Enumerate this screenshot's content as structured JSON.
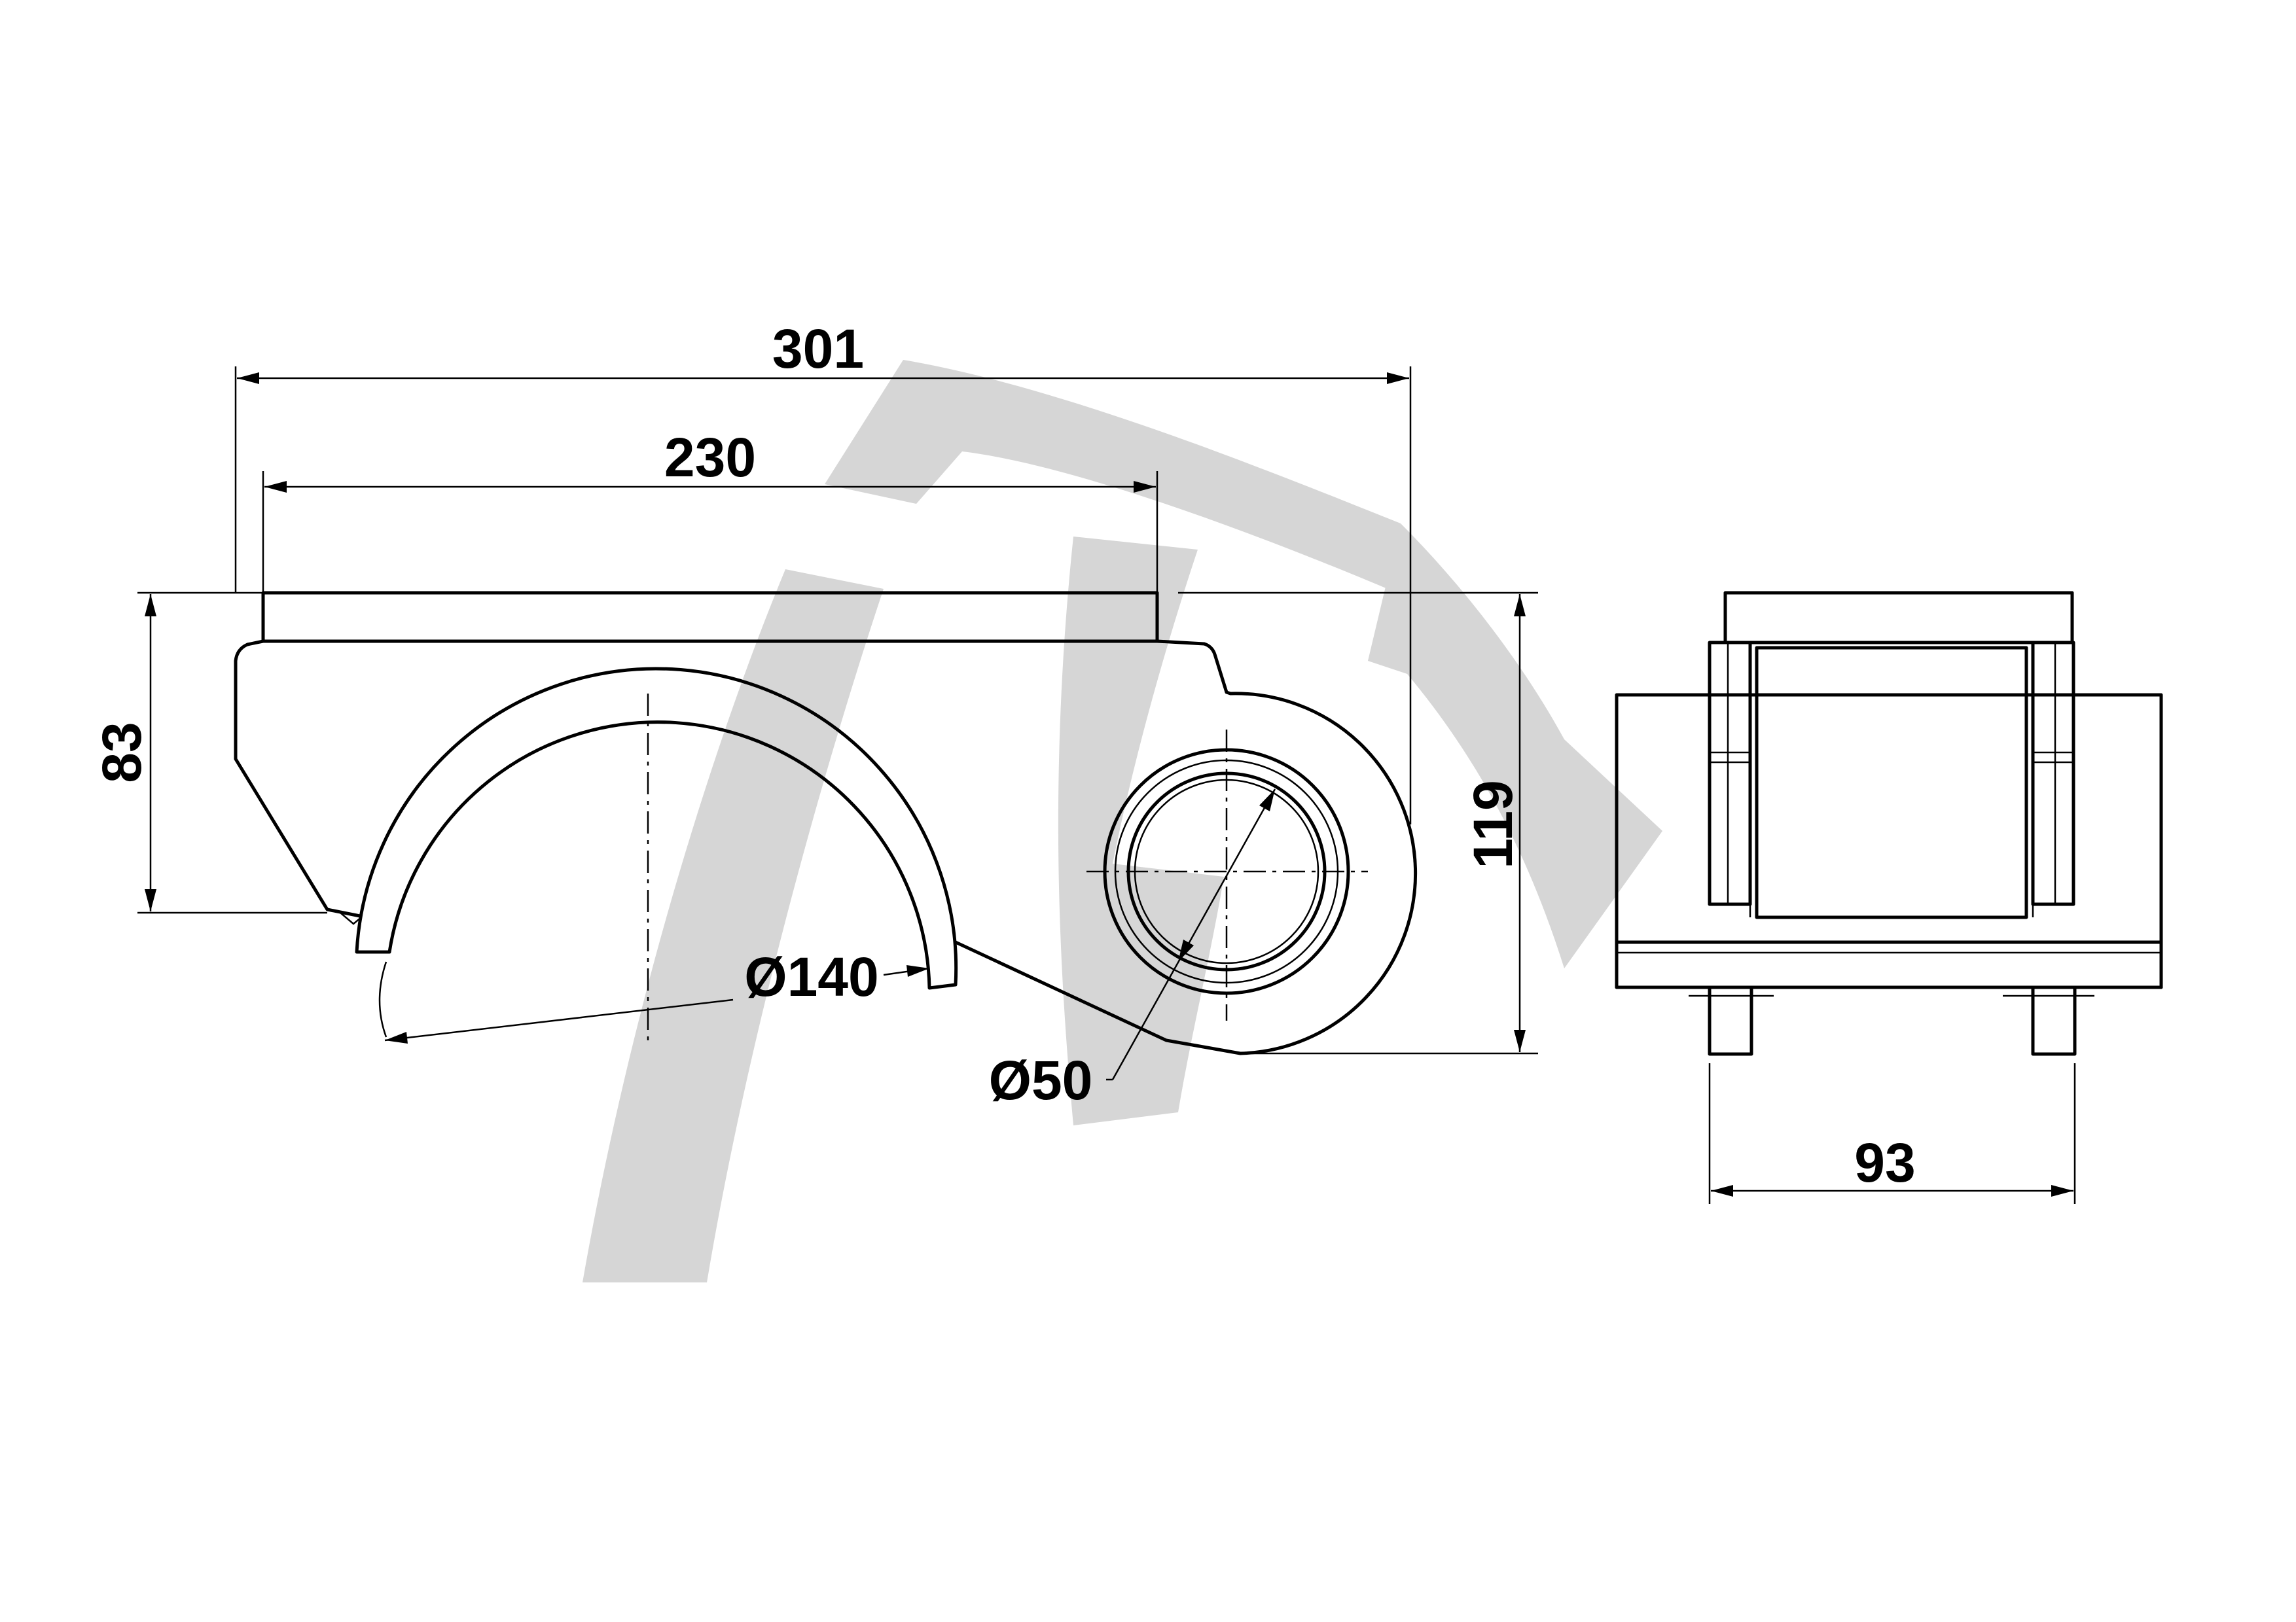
{
  "dimensions": {
    "overall_length": "301",
    "top_plate_length": "230",
    "frame_height": "83",
    "total_height": "119",
    "wheel_diameter": "Ø140",
    "axle_diameter": "Ø50",
    "width": "93"
  },
  "colors": {
    "line": "#000000",
    "watermark": "#d6d6d6",
    "background": "#ffffff"
  }
}
